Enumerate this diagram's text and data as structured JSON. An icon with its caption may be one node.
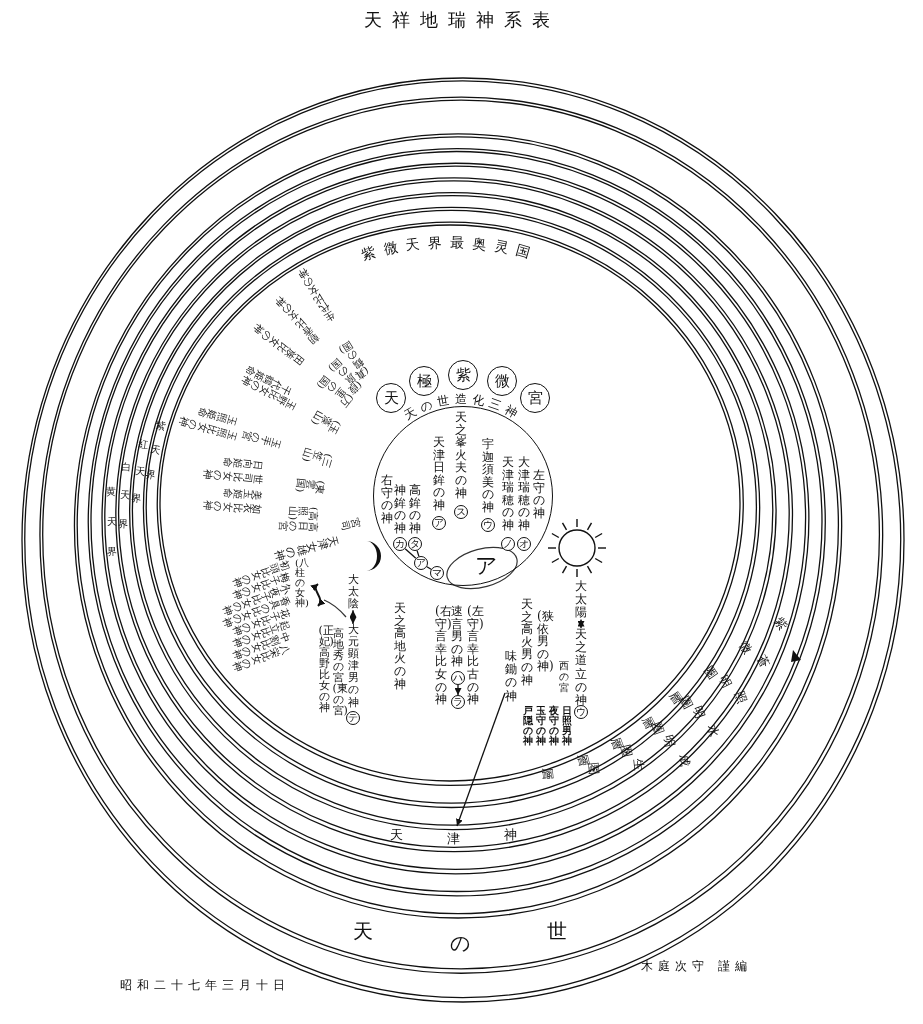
{
  "diagram": {
    "title": "天祥地瑞神系表",
    "nodes": [
      {
        "text": [
          "右守の神",
          "神鉾の神",
          "高鉾の神",
          "天津日鉾の神",
          "天之峯火夫の神",
          "宇迦須美の神",
          "天津瑞穂の神",
          "大津瑞穂の神",
          "左守の神"
        ]
      },
      {
        "text": [
          "天"
        ]
      },
      {
        "text": [
          "極"
        ]
      },
      {
        "text": [
          "紫"
        ]
      },
      {
        "text": [
          "微"
        ]
      },
      {
        "text": [
          "宮"
        ]
      },
      {
        "text": [
          "ス"
        ],
        "in": 0
      },
      {
        "text": [
          "ア"
        ],
        "in": 0
      },
      {
        "text": [
          "ウ"
        ],
        "in": 0
      },
      {
        "text": [
          "オ"
        ],
        "in": 0
      },
      {
        "text": [
          "ノ"
        ],
        "in": 0
      },
      {
        "text": [
          "カ"
        ],
        "in": 0
      },
      {
        "text": [
          "タ"
        ],
        "in": 0
      },
      {
        "text": [
          "ア"
        ],
        "in": 0
      },
      {
        "text": [
          "マ"
        ],
        "in": 0
      },
      {
        "text": [
          "ハ"
        ]
      },
      {
        "text": [
          "ラ"
        ]
      },
      {
        "text": [
          "ウ"
        ]
      },
      {
        "text": [
          "テ"
        ]
      },
      {
        "text": [
          "大太陽"
        ]
      },
      {
        "text": [
          "天之道立の神"
        ]
      },
      {
        "text": [
          "大太陰"
        ]
      },
      {
        "text": [
          "大元顕津男の神"
        ]
      },
      {
        "text": [
          "天津神"
        ]
      },
      {
        "text": [
          "味鋤の神"
        ]
      }
    ],
    "edges": [
      {
        "from": 11,
        "to": 13,
        "arrow": "none"
      },
      {
        "from": 12,
        "to": 13,
        "arrow": "none"
      },
      {
        "from": 13,
        "to": 14,
        "arrow": "none"
      },
      {
        "from": 15,
        "to": 16,
        "arrow": "to"
      },
      {
        "from": 19,
        "to": 20,
        "arrow": "both"
      },
      {
        "from": 21,
        "to": 22,
        "arrow": "both"
      },
      {
        "from": 24,
        "to": 23,
        "arrow": "to"
      }
    ],
    "labels": [
      "紫微天界最奥灵国",
      "天の世造化三神",
      "(真鶴の国)",
      "生代比女の神",
      "(葭原の国)",
      "朝香比女の神",
      "(万里の国)",
      "田族比女の神",
      "(玉藻山)",
      "千代鶴姫命",
      "玉野比女の神",
      "(三笠山)",
      "玉手の宮",
      "玉照姫命",
      "玉照比女の神",
      "(東雲国)",
      "日向姫命",
      "世司比女の神",
      "(高照山)",
      "高日の宮",
      "美玉姫命",
      "如衣比女の神",
      "宮司",
      "天津女雄の神",
      "(八柱の女神)",
      "初頭比女の神",
      "梅々子比女の神",
      "小夜子比女の神",
      "香具の比女の神",
      "花子比女の神",
      "起立比女の神",
      "中割比女の神",
      "八栄比女の神",
      "天之高地火の神",
      "(左守)言幸比古の神",
      "速言男の神",
      "(右守)言幸比女の神",
      "(狭依男の神)",
      "天之高火男の神",
      "西の宮",
      "戸隠の神",
      "玉守の神",
      "夜守の神",
      "日照男神",
      "高地秀の宮(東の宮)",
      "(正妃)高野比女の神",
      "紫微圏層",
      "蒼明圏層",
      "照明圏層",
      "水明圏層",
      "成生圏層",
      "黄天界",
      "白天界",
      "紅天界",
      "紫天界",
      "天の世",
      "昭和二十七年三月十日",
      "木庭次守",
      "謹編",
      "ア"
    ]
  }
}
